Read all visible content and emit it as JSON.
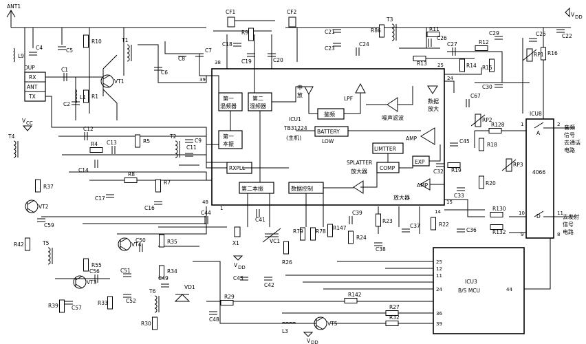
{
  "ic1": {
    "name": "ICU1",
    "part": "TB31224",
    "role": "(主机)"
  },
  "ic8": {
    "name": "ICU8",
    "part": "4066",
    "label_a": "A",
    "label_d": "D"
  },
  "ic3": {
    "name": "ICU3",
    "part": "B/S MCU"
  },
  "antenna": "ANT1",
  "dup": {
    "title": "DUP",
    "rx": "RX",
    "ant": "ANT",
    "tx": "TX"
  },
  "power": {
    "vdd": "V",
    "vdd_sub": "DD",
    "vcc": "V",
    "vcc_sub": "CC"
  },
  "blocks": {
    "mixer1": [
      "第一",
      "混频器"
    ],
    "mixer2": [
      "第二",
      "混频器"
    ],
    "osc1": [
      "第一",
      "本振"
    ],
    "rxpll": "RXPLL",
    "osc2": "第二本振",
    "data_ctrl": "数据控制",
    "discriminator": "鉴频",
    "battery": "BATTERY",
    "low": "LOW",
    "limiter": "LIMTTER",
    "comp": "COMP",
    "exp": "EXP"
  },
  "text_labels": {
    "if": [
      "中",
      "放"
    ],
    "lpf": "LPF",
    "noise_filter": "噪声滤波",
    "data_amp": [
      "数据",
      "放大"
    ],
    "amp": "AMP",
    "splatter": "SPLATTER",
    "splatter_cn": "放大器",
    "amp_cn": "放大器"
  },
  "outputs": {
    "audio": [
      "音频",
      "信号",
      "去通话",
      "电路"
    ],
    "tx": [
      "去发射",
      "信号",
      "电路"
    ]
  },
  "pins": {
    "ic1": [
      "38",
      "39",
      "25",
      "24",
      "48",
      "1",
      "14",
      "15"
    ],
    "ic8": [
      "1",
      "2",
      "10",
      "11",
      "9",
      "8"
    ],
    "ic3": [
      "25",
      "12",
      "11",
      "24",
      "36",
      "39",
      "44"
    ]
  },
  "components": {
    "transistors": [
      "VT1",
      "VT2",
      "VT3",
      "VT4",
      "VT5"
    ],
    "transformers": [
      "T1",
      "T2",
      "T3",
      "T4",
      "T5",
      "T6"
    ],
    "inductors": [
      "L1",
      "L3",
      "L9"
    ],
    "filters": [
      "CF1",
      "CF2"
    ],
    "crystal": "X1",
    "diode": "VD1",
    "varicap": "VC1",
    "pots": [
      "RP1",
      "RP2",
      "RP3"
    ],
    "resistors": [
      "R1",
      "R4",
      "R5",
      "R7",
      "R8",
      "R9",
      "R10",
      "R11",
      "R12",
      "R13",
      "R14",
      "R15",
      "R16",
      "R18",
      "R19",
      "R20",
      "R22",
      "R23",
      "R24",
      "R26",
      "R27",
      "R29",
      "R30",
      "R32",
      "R33",
      "R34",
      "R35",
      "R37",
      "R39",
      "R42",
      "R55",
      "R78",
      "R79",
      "R86",
      "R128",
      "R130",
      "R132",
      "R142",
      "R147"
    ],
    "capacitors": [
      "C1",
      "C2",
      "C4",
      "C5",
      "C6",
      "C7",
      "C8",
      "C9",
      "C11",
      "C12",
      "C13",
      "C14",
      "C16",
      "C17",
      "C18",
      "C19",
      "C20",
      "C21",
      "C22",
      "C23",
      "C24",
      "C25",
      "C26",
      "C27",
      "C29",
      "C30",
      "C32",
      "C33",
      "C36",
      "C37",
      "C38",
      "C39",
      "C41",
      "C42",
      "C43",
      "C44",
      "C45",
      "C48",
      "C49",
      "C50",
      "C51",
      "C52",
      "C56",
      "C57",
      "C59",
      "C67"
    ]
  }
}
